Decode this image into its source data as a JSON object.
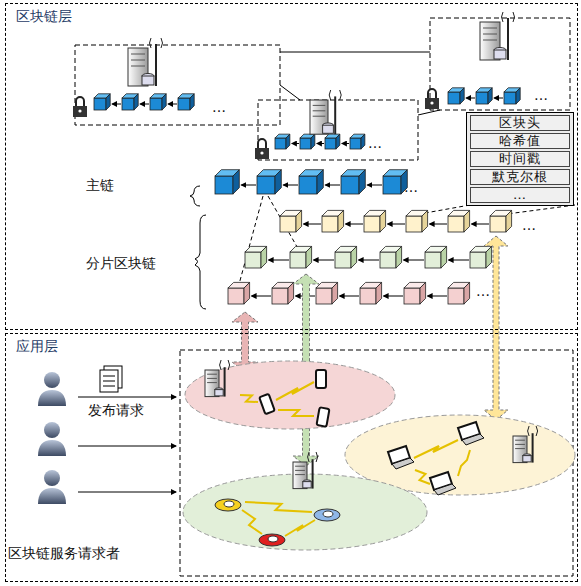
{
  "diagram": {
    "nodes": [
      {
        "text": [
          "区块链层"
        ]
      },
      {
        "text": [
          "应用层"
        ]
      },
      {
        "text": [
          "区块头",
          "哈希值",
          "时间戳",
          "默克尔根",
          "…"
        ],
        "in": 0
      }
    ],
    "labels": [
      "主链",
      "分片区块链",
      "发布请求",
      "区块链服务请求者",
      "…",
      "…",
      "…",
      "…",
      "…",
      "…"
    ]
  }
}
